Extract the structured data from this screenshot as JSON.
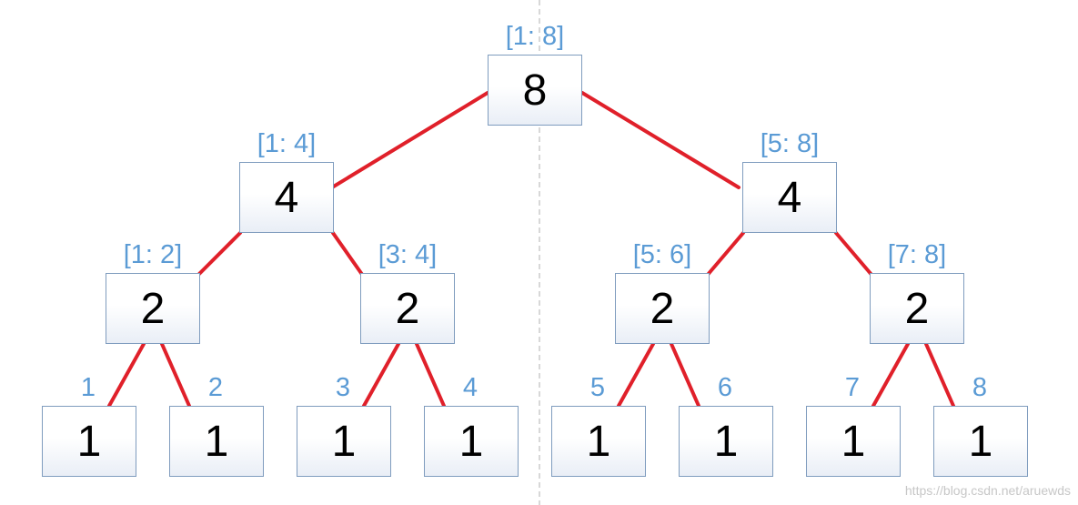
{
  "tree": {
    "nodes": [
      {
        "id": "root",
        "value": "8",
        "range": "[1: 8]"
      },
      {
        "id": "l",
        "value": "4",
        "range": "[1: 4]"
      },
      {
        "id": "r",
        "value": "4",
        "range": "[5: 8]"
      },
      {
        "id": "ll",
        "value": "2",
        "range": "[1: 2]"
      },
      {
        "id": "lr",
        "value": "2",
        "range": "[3: 4]"
      },
      {
        "id": "rl",
        "value": "2",
        "range": "[5: 6]"
      },
      {
        "id": "rr",
        "value": "2",
        "range": "[7: 8]"
      },
      {
        "id": "leaf1",
        "value": "1",
        "range": "1"
      },
      {
        "id": "leaf2",
        "value": "1",
        "range": "2"
      },
      {
        "id": "leaf3",
        "value": "1",
        "range": "3"
      },
      {
        "id": "leaf4",
        "value": "1",
        "range": "4"
      },
      {
        "id": "leaf5",
        "value": "1",
        "range": "5"
      },
      {
        "id": "leaf6",
        "value": "1",
        "range": "6"
      },
      {
        "id": "leaf7",
        "value": "1",
        "range": "7"
      },
      {
        "id": "leaf8",
        "value": "1",
        "range": "8"
      }
    ],
    "edges": [
      [
        "root",
        "l"
      ],
      [
        "root",
        "r"
      ],
      [
        "l",
        "ll"
      ],
      [
        "l",
        "lr"
      ],
      [
        "r",
        "rl"
      ],
      [
        "r",
        "rr"
      ],
      [
        "ll",
        "leaf1"
      ],
      [
        "ll",
        "leaf2"
      ],
      [
        "lr",
        "leaf3"
      ],
      [
        "lr",
        "leaf4"
      ],
      [
        "rl",
        "leaf5"
      ],
      [
        "rl",
        "leaf6"
      ],
      [
        "rr",
        "leaf7"
      ],
      [
        "rr",
        "leaf8"
      ]
    ]
  },
  "colors": {
    "edge": "#e0202a",
    "label": "#5b9bd5",
    "divider": "#b0b0b0"
  },
  "watermark": "https://blog.csdn.net/aruewds"
}
